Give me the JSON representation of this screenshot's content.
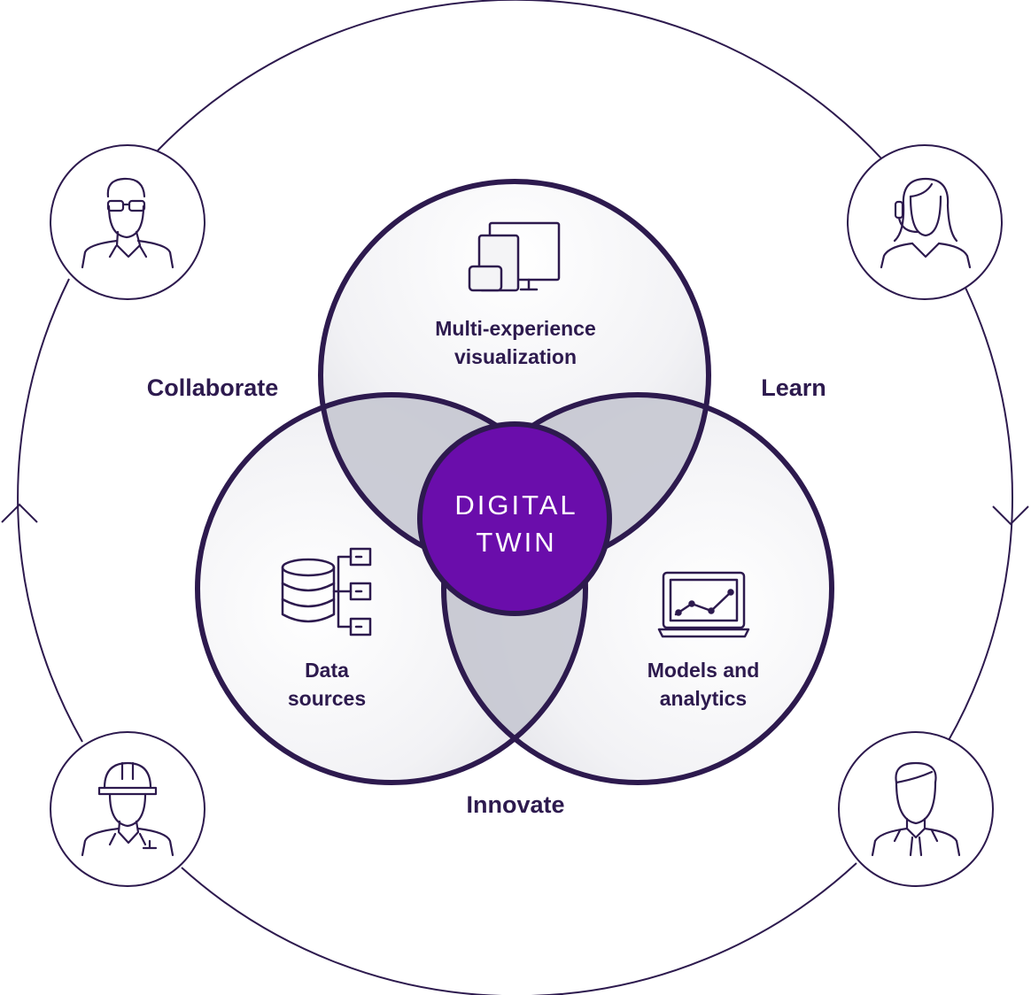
{
  "colors": {
    "outline": "#2d1a4e",
    "core_fill": "#6a0dab",
    "core_text": "#ffffff",
    "circle_fill_light": "#f7f7f9",
    "circle_fill_mid": "#dcdde3",
    "overlap_fill": "#c5c7d1"
  },
  "cycle": {
    "labels": {
      "collaborate": "Collaborate",
      "learn": "Learn",
      "innovate": "Innovate"
    },
    "direction_icons": [
      "chevron-up-icon",
      "chevron-down-icon"
    ],
    "personas": [
      {
        "icon": "person-glasses-icon"
      },
      {
        "icon": "person-headset-icon"
      },
      {
        "icon": "person-hardhat-icon"
      },
      {
        "icon": "person-tie-icon"
      }
    ]
  },
  "venn": {
    "top": {
      "line1": "Multi-experience",
      "line2": "visualization",
      "icon": "devices-icon"
    },
    "left": {
      "line1": "Data",
      "line2": "sources",
      "icon": "database-icon"
    },
    "right": {
      "line1": "Models and",
      "line2": "analytics",
      "icon": "laptop-chart-icon"
    },
    "core": {
      "line1": "DIGITAL",
      "line2": "TWIN"
    }
  }
}
